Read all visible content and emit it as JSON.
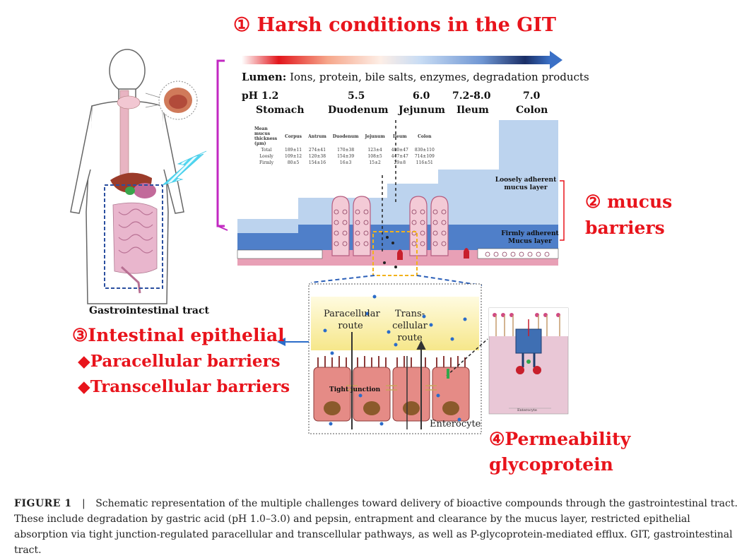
{
  "title_harsh": "① Harsh conditions in the GIT",
  "lumen": {
    "label": "Lumen:",
    "text": " Ions, protein, bile salts, enzymes, degradation products"
  },
  "ph": {
    "label": "pH",
    "values": [
      "1.2",
      "5.5",
      "6.0",
      "7.2-8.0",
      "7.0"
    ],
    "segments": [
      "Stomach",
      "Duodenum",
      "Jejunum",
      "Ileum",
      "Colon"
    ]
  },
  "thickness_table": {
    "header": [
      "Mean mucus thickness (µm)",
      "Corpus",
      "Antrum",
      "Duodenum",
      "Jejunum",
      "Ileum",
      "Colon"
    ],
    "rows": [
      [
        "Total",
        "189±11",
        "274±41",
        "170±38",
        "123±4",
        "480±47",
        "830±110"
      ],
      [
        "Loosly",
        "109±12",
        "120±38",
        "154±39",
        "108±5",
        "447±47",
        "714±109"
      ],
      [
        "Firmly",
        "80±5",
        "154±16",
        "16±3",
        "15±2",
        "29±8",
        "116±51"
      ]
    ]
  },
  "mucus": {
    "loose_label": "Loosely adherent mucus layer",
    "firm_label": "Firmly adherent Mucus layer",
    "title_line1": "② mucus",
    "title_line2": "barriers"
  },
  "git_label": "Gastrointestinal tract",
  "intestinal": {
    "title": "③Intestinal epithelial",
    "bullet1": "◆Paracellular barriers",
    "bullet2": "◆Transcellular barriers"
  },
  "routes": {
    "paracellular": "Paracellular\nroute",
    "transcellular": "Trans-cellular\nroute",
    "tight_junction": "Tight junction",
    "enterocyte": "Enterocyte"
  },
  "pgp": {
    "title_line1": "④Permeability",
    "title_line2": "glycoprotein",
    "enterocyte_small": "Enterocyte"
  },
  "caption": {
    "figure": "FIGURE 1",
    "separator": "|",
    "text": "Schematic representation of the multiple challenges toward delivery of bioactive compounds through the gastrointestinal tract. These include degradation by gastric acid (pH 1.0–3.0) and pepsin, entrapment and clearance by the mucus layer, restricted epithelial absorption via tight junction-regulated paracellular and transcellular pathways, as well as P-glycoprotein-mediated efflux. GIT, gastrointestinal tract."
  },
  "colors": {
    "title_red": "#e8141c",
    "mucus_blue": "#bcd3ee",
    "firm_blue": "#4f7fc9",
    "magenta_bracket": "#c228c2",
    "epithelium_pink": "#e8a0b6"
  }
}
